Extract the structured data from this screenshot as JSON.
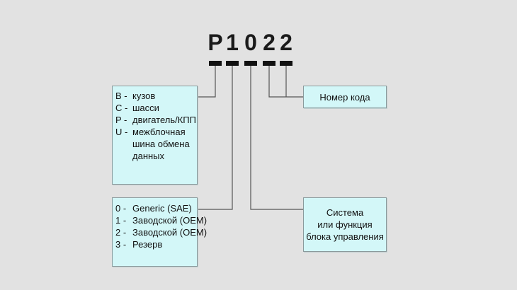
{
  "code": {
    "chars": [
      "P",
      "1",
      "0",
      "2",
      "2"
    ]
  },
  "boxes": {
    "code_number": {
      "label": "Номер кода"
    },
    "system": {
      "lines": [
        "Система",
        "или функция",
        "блока управления"
      ]
    },
    "category": {
      "items": [
        {
          "key": "B -",
          "value": "кузов"
        },
        {
          "key": "C -",
          "value": "шасси"
        },
        {
          "key": "P -",
          "value": "двигатель/КПП"
        },
        {
          "key": "U -",
          "value": "межблочная"
        }
      ],
      "continuation": [
        "шина обмена",
        "данных"
      ]
    },
    "code_type": {
      "items": [
        {
          "key": "0 -",
          "value": "Generic (SAE)"
        },
        {
          "key": "1 -",
          "value": "Заводской (OEM)"
        },
        {
          "key": "2 -",
          "value": "Заводской (OEM)"
        },
        {
          "key": "3 -",
          "value": "Резерв"
        }
      ]
    }
  },
  "colors": {
    "background": "#e2e2e2",
    "box_fill": "#d3f7f8",
    "box_border": "#8a9a9c",
    "lines": "#555555"
  }
}
